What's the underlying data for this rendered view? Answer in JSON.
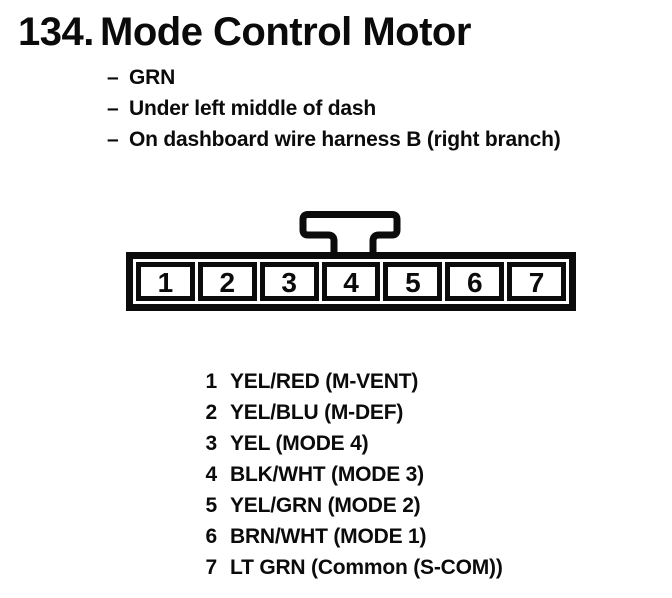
{
  "page": {
    "item_number": "134.",
    "title": "Mode Control Motor",
    "bullet_char": "–",
    "notes": [
      "GRN",
      "Under left middle of dash",
      "On dashboard wire harness B (right branch)"
    ]
  },
  "connector": {
    "cavities": [
      "1",
      "2",
      "3",
      "4",
      "5",
      "6",
      "7"
    ]
  },
  "pins": [
    {
      "num": "1",
      "label": "YEL/RED (M-VENT)"
    },
    {
      "num": "2",
      "label": "YEL/BLU (M-DEF)"
    },
    {
      "num": "3",
      "label": "YEL (MODE 4)"
    },
    {
      "num": "4",
      "label": "BLK/WHT (MODE 3)"
    },
    {
      "num": "5",
      "label": "YEL/GRN (MODE 2)"
    },
    {
      "num": "6",
      "label": "BRN/WHT (MODE 1)"
    },
    {
      "num": "7",
      "label": "LT GRN (Common (S-COM))"
    }
  ],
  "colors": {
    "ink": "#0b0b0b",
    "paper": "#ffffff"
  }
}
